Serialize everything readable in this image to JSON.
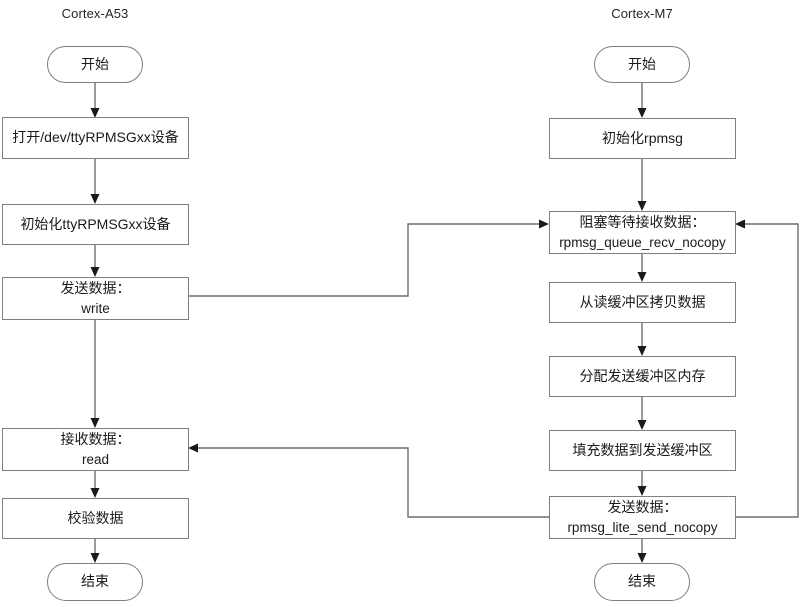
{
  "diagram": {
    "title_left": "Cortex-A53",
    "title_right": "Cortex-M7",
    "stroke_color": "#6e6e6e",
    "box_border_color": "#7f7f7f",
    "text_color": "#1a1a1a",
    "background": "#ffffff"
  },
  "lanes": [
    {
      "id": "cortex-a53",
      "label": "Cortex-A53",
      "nodes": [
        {
          "id": "a53-start",
          "shape": "terminal",
          "line1": "开始",
          "line2": ""
        },
        {
          "id": "a53-open-dev",
          "shape": "process",
          "line1": "打开/dev/ttyRPMSGxx设备",
          "line2": ""
        },
        {
          "id": "a53-init-dev",
          "shape": "process",
          "line1": "初始化ttyRPMSGxx设备",
          "line2": ""
        },
        {
          "id": "a53-send",
          "shape": "process",
          "line1": "发送数据：",
          "line2": "write"
        },
        {
          "id": "a53-recv",
          "shape": "process",
          "line1": "接收数据：",
          "line2": "read"
        },
        {
          "id": "a53-verify",
          "shape": "process",
          "line1": "校验数据",
          "line2": ""
        },
        {
          "id": "a53-end",
          "shape": "terminal",
          "line1": "结束",
          "line2": ""
        }
      ]
    },
    {
      "id": "cortex-m7",
      "label": "Cortex-M7",
      "nodes": [
        {
          "id": "m7-start",
          "shape": "terminal",
          "line1": "开始",
          "line2": ""
        },
        {
          "id": "m7-init-rpmsg",
          "shape": "process",
          "line1": "初始化rpmsg",
          "line2": ""
        },
        {
          "id": "m7-block-recv",
          "shape": "process",
          "line1": "阻塞等待接收数据：",
          "line2": "rpmsg_queue_recv_nocopy"
        },
        {
          "id": "m7-copy-read-buf",
          "shape": "process",
          "line1": "从读缓冲区拷贝数据",
          "line2": ""
        },
        {
          "id": "m7-alloc-send-buf",
          "shape": "process",
          "line1": "分配发送缓冲区内存",
          "line2": ""
        },
        {
          "id": "m7-fill-send-buf",
          "shape": "process",
          "line1": "填充数据到发送缓冲区",
          "line2": ""
        },
        {
          "id": "m7-send",
          "shape": "process",
          "line1": "发送数据：",
          "line2": "rpmsg_lite_send_nocopy"
        },
        {
          "id": "m7-end",
          "shape": "terminal",
          "line1": "结束",
          "line2": ""
        }
      ]
    }
  ],
  "connections": [
    {
      "id": "a53-start-to-open",
      "from": "a53-start",
      "to": "a53-open-dev",
      "kind": "vertical"
    },
    {
      "id": "a53-open-to-init",
      "from": "a53-open-dev",
      "to": "a53-init-dev",
      "kind": "vertical"
    },
    {
      "id": "a53-init-to-send",
      "from": "a53-init-dev",
      "to": "a53-send",
      "kind": "vertical"
    },
    {
      "id": "a53-send-to-recv",
      "from": "a53-send",
      "to": "a53-recv",
      "kind": "vertical"
    },
    {
      "id": "a53-recv-to-verify",
      "from": "a53-recv",
      "to": "a53-verify",
      "kind": "vertical"
    },
    {
      "id": "a53-verify-to-end",
      "from": "a53-verify",
      "to": "a53-end",
      "kind": "vertical"
    },
    {
      "id": "m7-start-to-init",
      "from": "m7-start",
      "to": "m7-init-rpmsg",
      "kind": "vertical"
    },
    {
      "id": "m7-init-to-block",
      "from": "m7-init-rpmsg",
      "to": "m7-block-recv",
      "kind": "vertical"
    },
    {
      "id": "m7-block-to-copy",
      "from": "m7-block-recv",
      "to": "m7-copy-read-buf",
      "kind": "vertical"
    },
    {
      "id": "m7-copy-to-alloc",
      "from": "m7-copy-read-buf",
      "to": "m7-alloc-send-buf",
      "kind": "vertical"
    },
    {
      "id": "m7-alloc-to-fill",
      "from": "m7-alloc-send-buf",
      "to": "m7-fill-send-buf",
      "kind": "vertical"
    },
    {
      "id": "m7-fill-to-send",
      "from": "m7-fill-send-buf",
      "to": "m7-send",
      "kind": "vertical"
    },
    {
      "id": "m7-send-to-end",
      "from": "m7-send",
      "to": "m7-end",
      "kind": "vertical"
    },
    {
      "id": "a53-write-to-m7-block",
      "from": "a53-send",
      "to": "m7-block-recv",
      "kind": "cross-lane"
    },
    {
      "id": "m7-send-to-a53-read",
      "from": "m7-send",
      "to": "a53-recv",
      "kind": "cross-lane"
    },
    {
      "id": "m7-send-loopback",
      "from": "m7-send",
      "to": "m7-block-recv",
      "kind": "loopback-right"
    }
  ]
}
